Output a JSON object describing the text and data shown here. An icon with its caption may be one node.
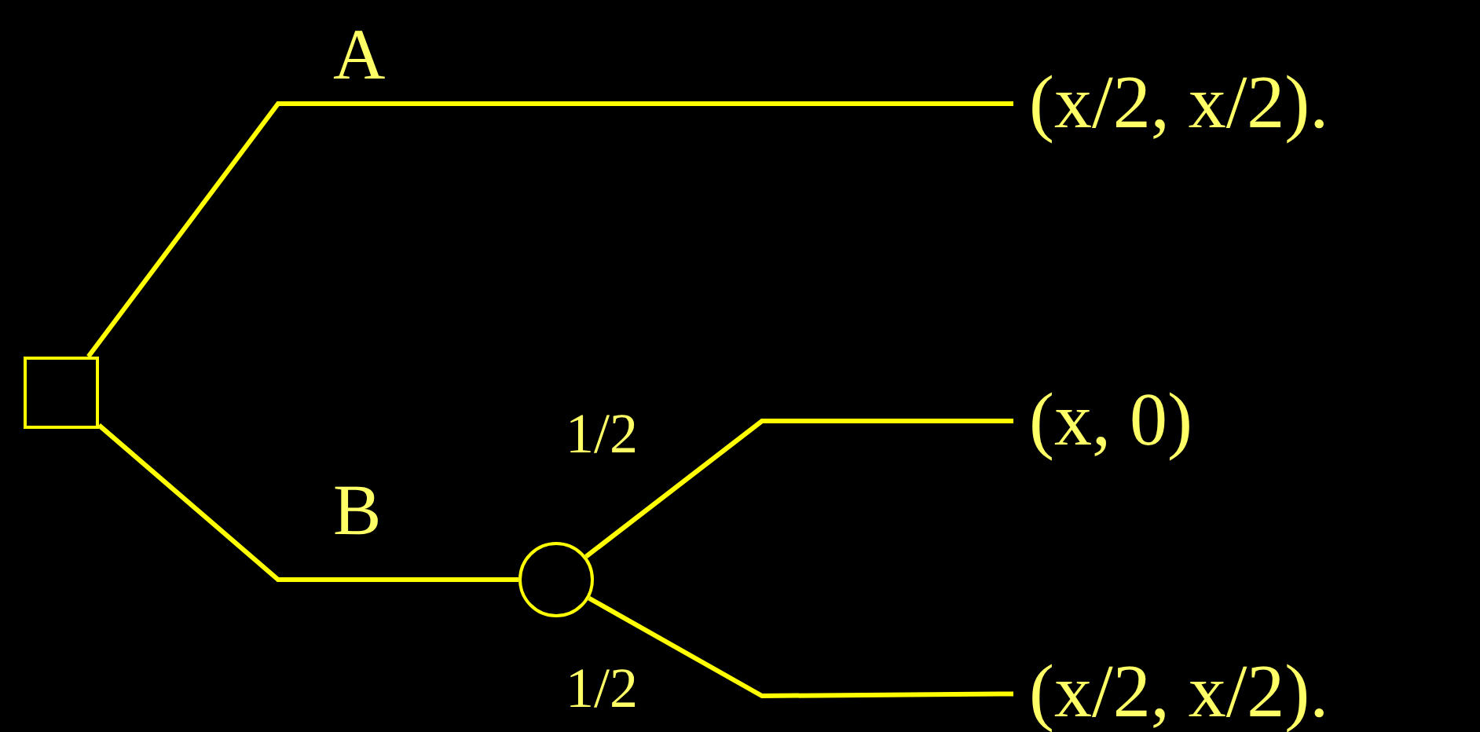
{
  "diagram": {
    "nodes": [
      {
        "text": [],
        "shape": "box"
      },
      {
        "text": [],
        "shape": "circle"
      },
      {
        "text": [
          "(x/2, x/2)."
        ]
      },
      {
        "text": [
          "(x, 0)"
        ]
      },
      {
        "text": [
          "(x/2, x/2)."
        ]
      }
    ],
    "edges": [
      {
        "from": 0,
        "to": 2,
        "arrow": "none",
        "label": "A"
      },
      {
        "from": 0,
        "to": 1,
        "arrow": "none",
        "label": "B"
      },
      {
        "from": 1,
        "to": 3,
        "arrow": "none",
        "label": "1/2"
      },
      {
        "from": 1,
        "to": 4,
        "arrow": "none",
        "label": "1/2"
      }
    ]
  }
}
